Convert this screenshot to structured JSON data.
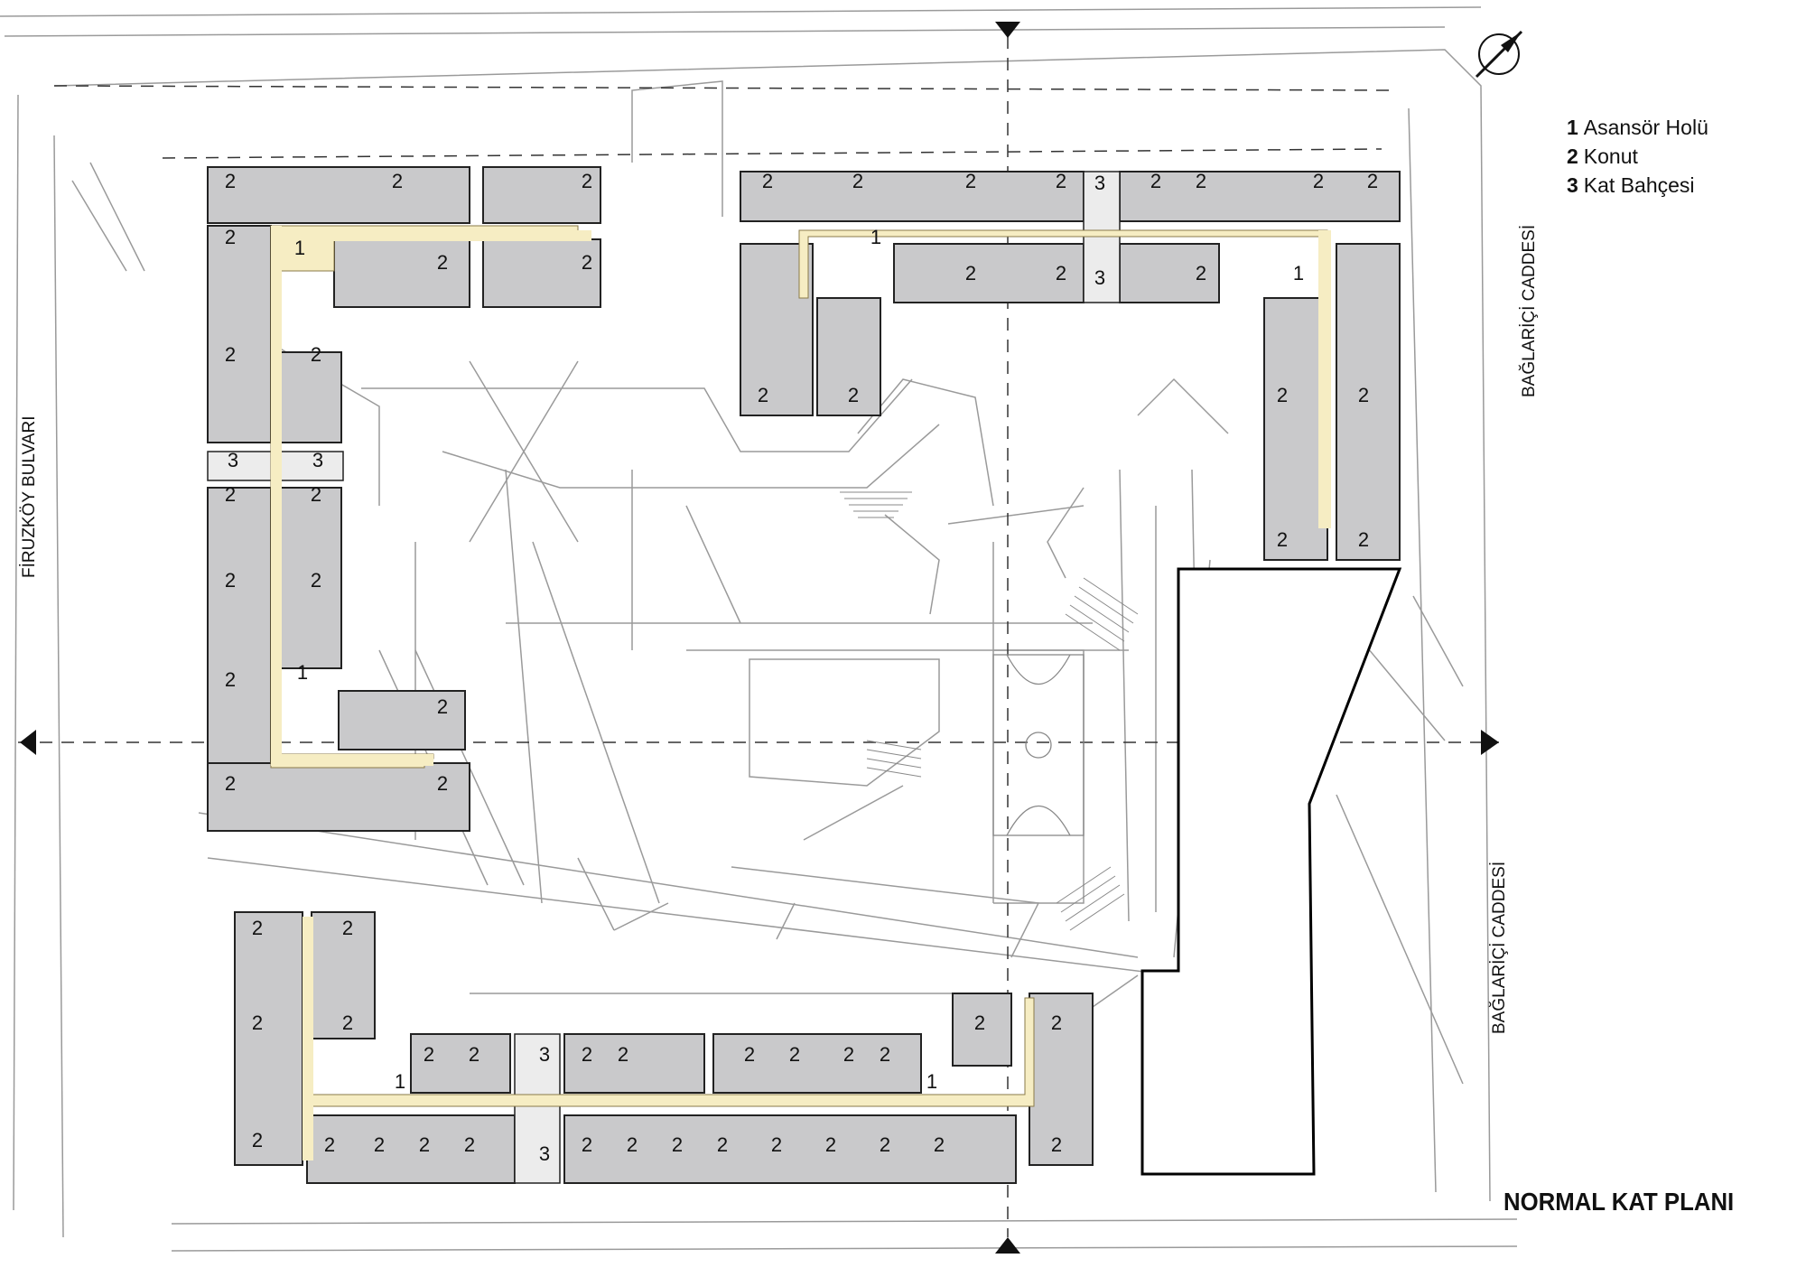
{
  "legend": {
    "items": [
      {
        "num": "1",
        "text": "Asansör Holü"
      },
      {
        "num": "2",
        "text": "Konut"
      },
      {
        "num": "3",
        "text": "Kat Bahçesi"
      }
    ]
  },
  "title": "NORMAL KAT PLANI",
  "streets": {
    "west": "FİRUZKÖY BULVARI",
    "east_top": "BAĞLARİÇİ CADDESİ",
    "east_bottom": "BAĞLARİÇİ CADDESİ"
  },
  "unit_labels": {
    "residence": "2",
    "elevator_hall": "1",
    "floor_garden": "3"
  },
  "colors": {
    "unit_fill": "#c9c9cb",
    "corridor_fill": "#f6edc3",
    "line": "#8a8a8a",
    "dark_line": "#111111",
    "background": "#ffffff"
  },
  "icons": {
    "north_arrow": "compass-north-icon",
    "section_marker": "section-cut-triangle-icon"
  }
}
